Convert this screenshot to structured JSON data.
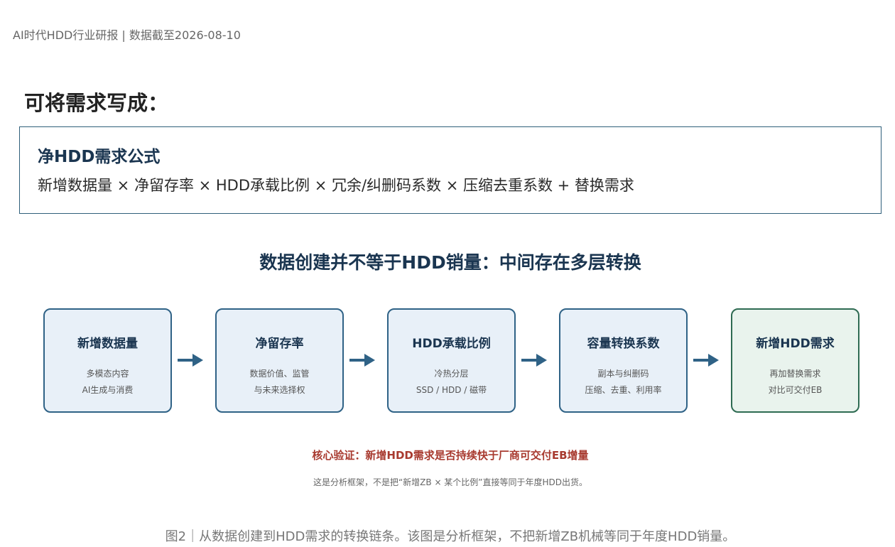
{
  "header": {
    "source_line": "AI时代HDD行业研报 | 数据截至2026-08-10"
  },
  "section": {
    "heading": "可将需求写成："
  },
  "formula": {
    "title": "净HDD需求公式",
    "expression": "新增数据量 × 净留存率 × HDD承载比例 × 冗余/纠删码系数 × 压缩去重系数 + 替换需求"
  },
  "flow": {
    "title": "数据创建并不等于HDD销量：中间存在多层转换",
    "nodes": [
      {
        "title": "新增数据量",
        "line1": "多模态内容",
        "line2": "AI生成与消费"
      },
      {
        "title": "净留存率",
        "line1": "数据价值、监管",
        "line2": "与未来选择权"
      },
      {
        "title": "HDD承载比例",
        "line1": "冷热分层",
        "line2": "SSD / HDD / 磁带"
      },
      {
        "title": "容量转换系数",
        "line1": "副本与纠删码",
        "line2": "压缩、去重、利用率"
      },
      {
        "title": "新增HDD需求",
        "line1": "再加替换需求",
        "line2": "对比可交付EB"
      }
    ],
    "arrow_color": "#2f6286",
    "node_border_color": "#2f6286",
    "final_node_border_color": "#2e6b52"
  },
  "verification": {
    "text": "核心验证：新增HDD需求是否持续快于厂商可交付EB增量",
    "color": "#a83a2f"
  },
  "disclaimer": "这是分析框架，不是把“新增ZB × 某个比例”直接等同于年度HDD出货。",
  "caption": "图2｜从数据创建到HDD需求的转换链条。该图是分析框架，不把新增ZB机械等同于年度HDD销量。"
}
